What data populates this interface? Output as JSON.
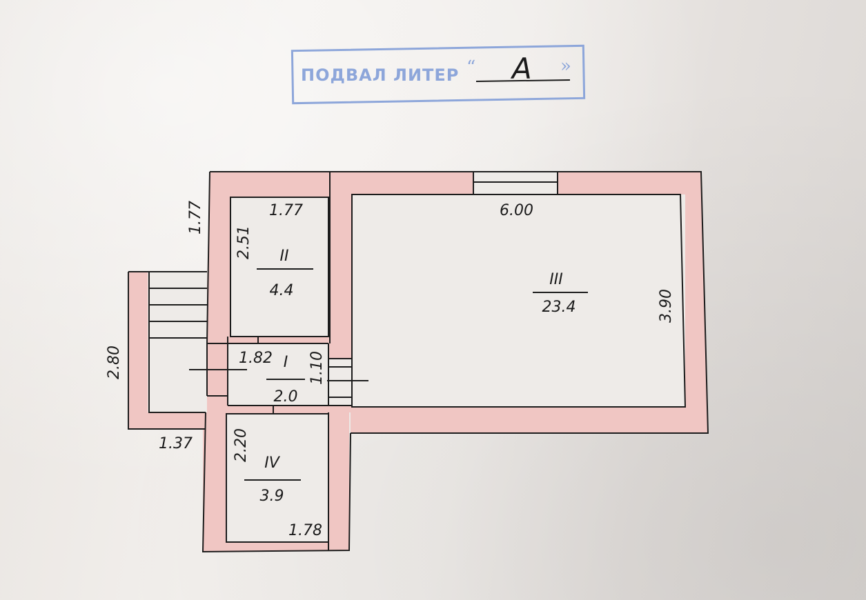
{
  "stamp": {
    "label": "ПОДВАЛ ЛИТЕР",
    "quote_open": "“",
    "quote_close": "»",
    "letter": "А",
    "color": "#8da6da"
  },
  "rooms": [
    {
      "numeral": "I",
      "area": "2.0"
    },
    {
      "numeral": "II",
      "area": "4.4"
    },
    {
      "numeral": "III",
      "area": "23.4"
    },
    {
      "numeral": "IV",
      "area": "3.9"
    }
  ],
  "dimensions": {
    "room2_width": "1.77",
    "room2_outer_height": "1.77",
    "room2_height": "2.51",
    "room3_width": "6.00",
    "room3_height": "3.90",
    "room1_width": "1.82",
    "room1_height": "1.10",
    "stair_height": "2.80",
    "stair_width": "1.37",
    "room4_height": "2.20",
    "room4_width": "1.78"
  },
  "colors": {
    "wall_fill": "#f0c6c3",
    "line": "#1c1c1c"
  }
}
